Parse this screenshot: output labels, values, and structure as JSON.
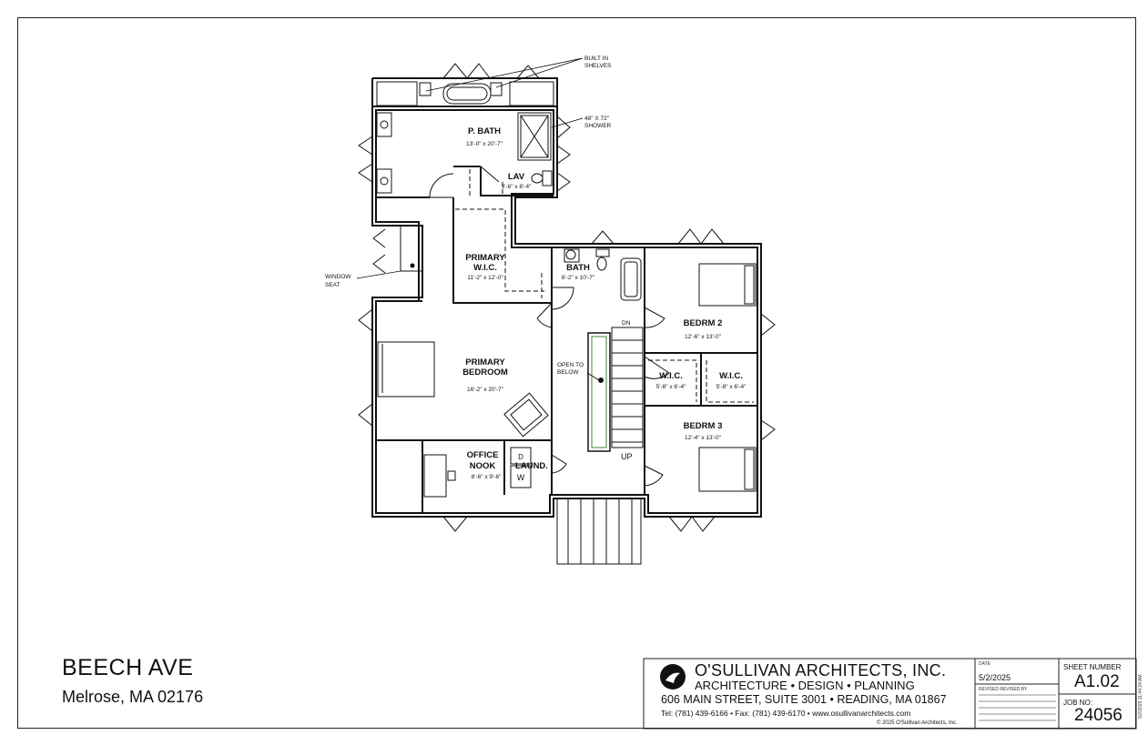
{
  "project": {
    "title": "BEECH AVE",
    "location": "Melrose, MA 02176"
  },
  "rooms": {
    "p_bath": {
      "name": "P. BATH",
      "dims": "13'-0\" x 20'-7\""
    },
    "lav": {
      "name": "LAV",
      "dims": "3'-6\" x 8'-4\""
    },
    "primary_wic": {
      "name1": "PRIMARY",
      "name2": "W.I.C.",
      "dims": "11'-2\" x 12'-0\""
    },
    "bath": {
      "name": "BATH",
      "dims": "6'-2\" x 10'-7\""
    },
    "bedrm2": {
      "name": "BEDRM 2",
      "dims": "12'-6\" x 13'-0\""
    },
    "primary_bedroom": {
      "name1": "PRIMARY",
      "name2": "BEDROOM",
      "dims": "16'-2\" x 20'-7\""
    },
    "wic1": {
      "name": "W.I.C.",
      "dims": "5'-8\" x 6'-4\""
    },
    "wic2": {
      "name": "W.I.C.",
      "dims": "5'-8\" x 6'-4\""
    },
    "bedrm3": {
      "name": "BEDRM 3",
      "dims": "12'-4\" x 13'-0\""
    },
    "office_nook": {
      "name1": "OFFICE",
      "name2": "NOOK",
      "dims": "8'-6\" x 9'-6\""
    },
    "laund": {
      "name": "LAUND."
    }
  },
  "notes": {
    "built_in_1": "BUILT IN",
    "built_in_2": "SHELVES",
    "shower_1": "48\" X 72\"",
    "shower_2": "SHOWER",
    "window_seat_1": "WINDOW",
    "window_seat_2": "SEAT",
    "open_1": "OPEN TO",
    "open_2": "BELOW",
    "dn": "DN",
    "up": "UP",
    "dryer": "D",
    "washer": "W"
  },
  "title_block": {
    "firm": "O'SULLIVAN ARCHITECTS, INC.",
    "tagline": "ARCHITECTURE • DESIGN • PLANNING",
    "address": "606 MAIN STREET, SUITE 3001 • READING, MA 01867",
    "contact": "Tel: (781) 439-6166 • Fax: (781) 439-6170 • www.osullivanarchitects.com",
    "copyright": "© 2025 O'Sullivan Architects, Inc.",
    "date_label": "DATE",
    "date": "5/2/2025",
    "revised_label": "REVISED REVISED BY",
    "sheet_label": "SHEET NUMBER",
    "sheet_number": "A1.02",
    "job_label": "JOB NO:",
    "job_number": "24056",
    "stamp": "5/2/2025 11:44:24 AM"
  }
}
